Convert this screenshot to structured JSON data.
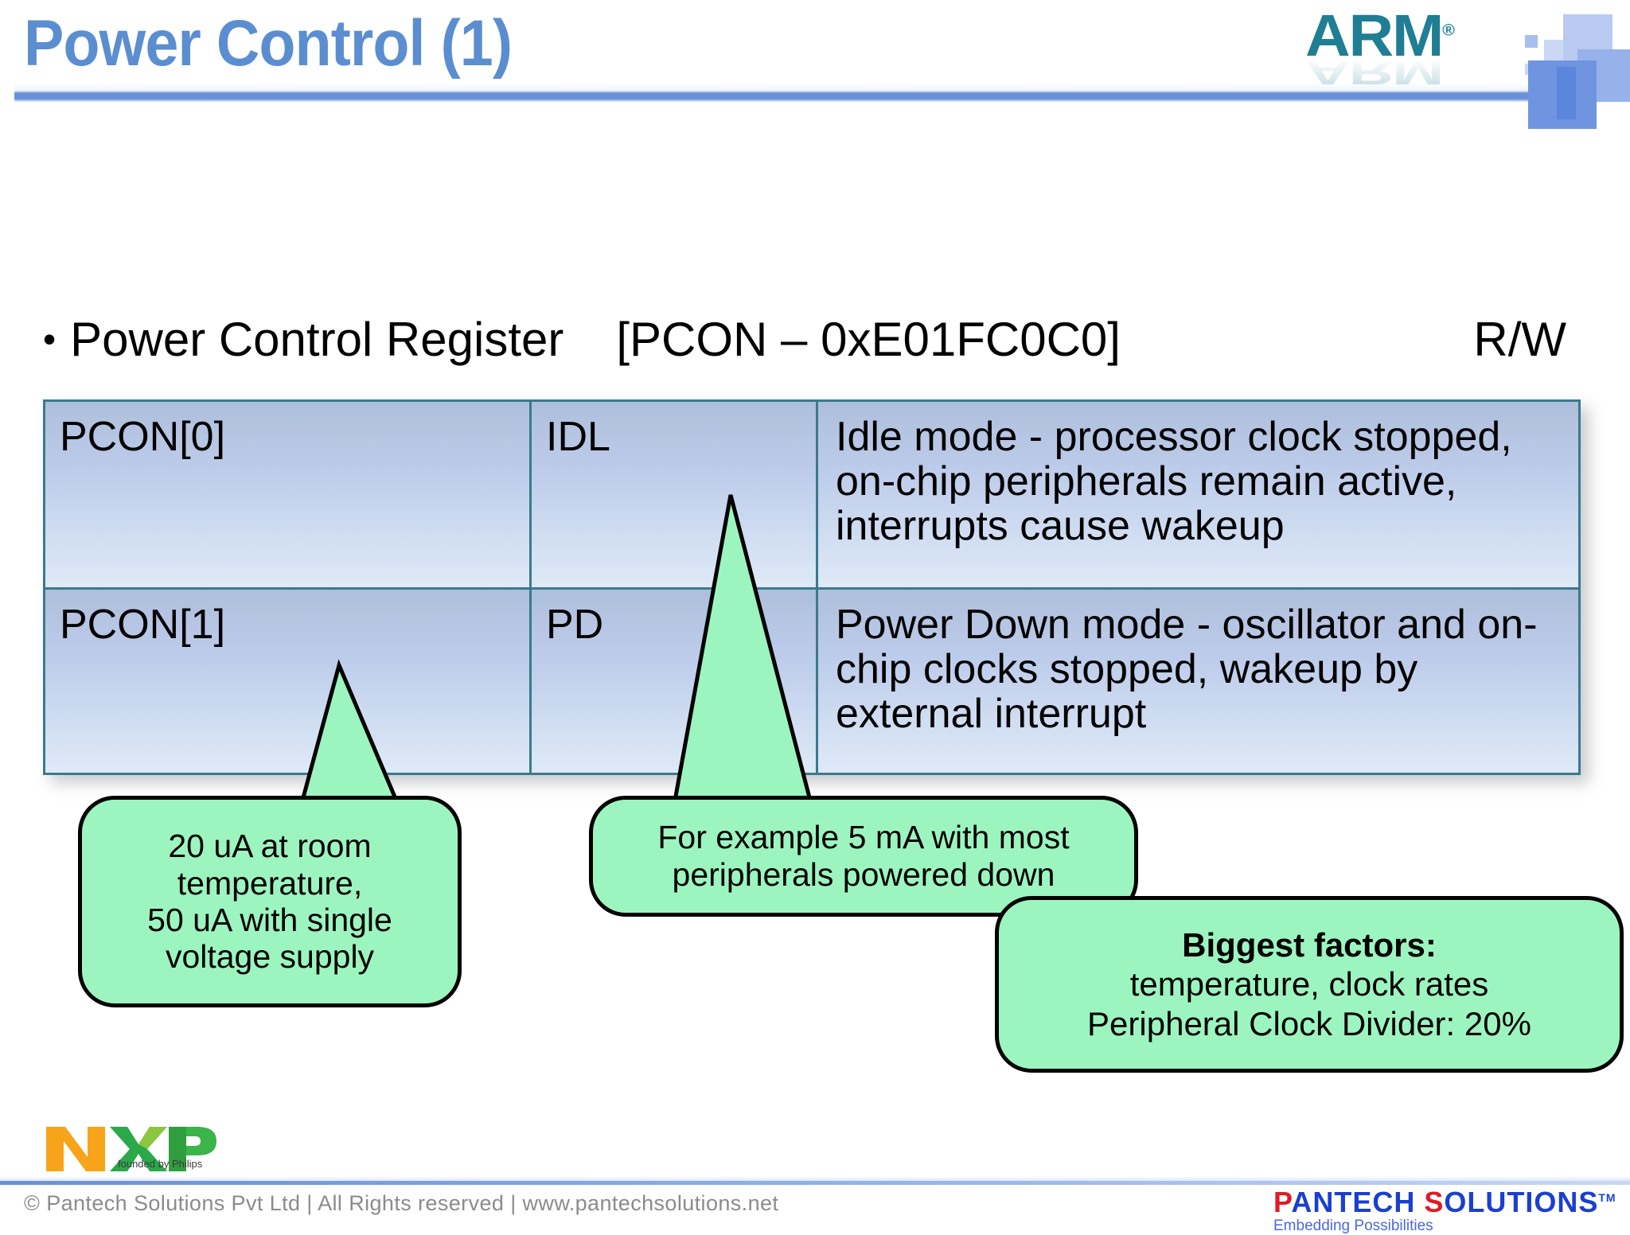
{
  "slide": {
    "title": "Power Control (1)",
    "bullet": {
      "marker": "•",
      "label": "Power Control Register",
      "register": "[PCON – 0xE01FC0C0]",
      "access": "R/W"
    }
  },
  "logos": {
    "arm": {
      "text": "ARM",
      "tm": "®"
    },
    "nxp": {
      "text": "NXP",
      "tagline": "founded by Philips"
    },
    "pantech": {
      "p": "P",
      "antech": "ANTECH ",
      "s": "S",
      "olutions": "OLUTIONS",
      "tm": "TM",
      "tagline": "Embedding Possibilities"
    }
  },
  "table": {
    "rows": [
      {
        "bit": "PCON[0]",
        "name": "IDL",
        "description": "Idle mode - processor clock stopped, on-chip peripherals remain active, interrupts cause wakeup"
      },
      {
        "bit": "PCON[1]",
        "name": "PD",
        "description": "Power Down mode - oscillator and on-chip clocks stopped, wakeup by external interrupt"
      }
    ]
  },
  "callouts": [
    {
      "id": "idle-current",
      "lines": [
        "20 uA at room",
        "temperature,",
        "50 uA with single",
        "voltage supply"
      ]
    },
    {
      "id": "powerdown-current",
      "lines": [
        "For example 5 mA with most",
        "peripherals powered down"
      ]
    },
    {
      "id": "biggest-factors",
      "lines": [
        "Biggest factors:",
        "temperature, clock rates",
        "Peripheral Clock Divider: 20%"
      ]
    }
  ],
  "footer": {
    "copyright": "© Pantech Solutions Pvt Ltd | All Rights reserved | www.pantechsolutions.net"
  },
  "colors": {
    "title_blue": "#5b8ed0",
    "rule_blue": "#6a90d8",
    "arm_teal": "#1f7e93",
    "table_border": "#3a7a8c",
    "table_cell_top": "#aebfdc",
    "table_cell_bottom": "#dfe9f7",
    "callout_green": "#9cf5bf",
    "footer_gray": "#8b8b8b"
  }
}
